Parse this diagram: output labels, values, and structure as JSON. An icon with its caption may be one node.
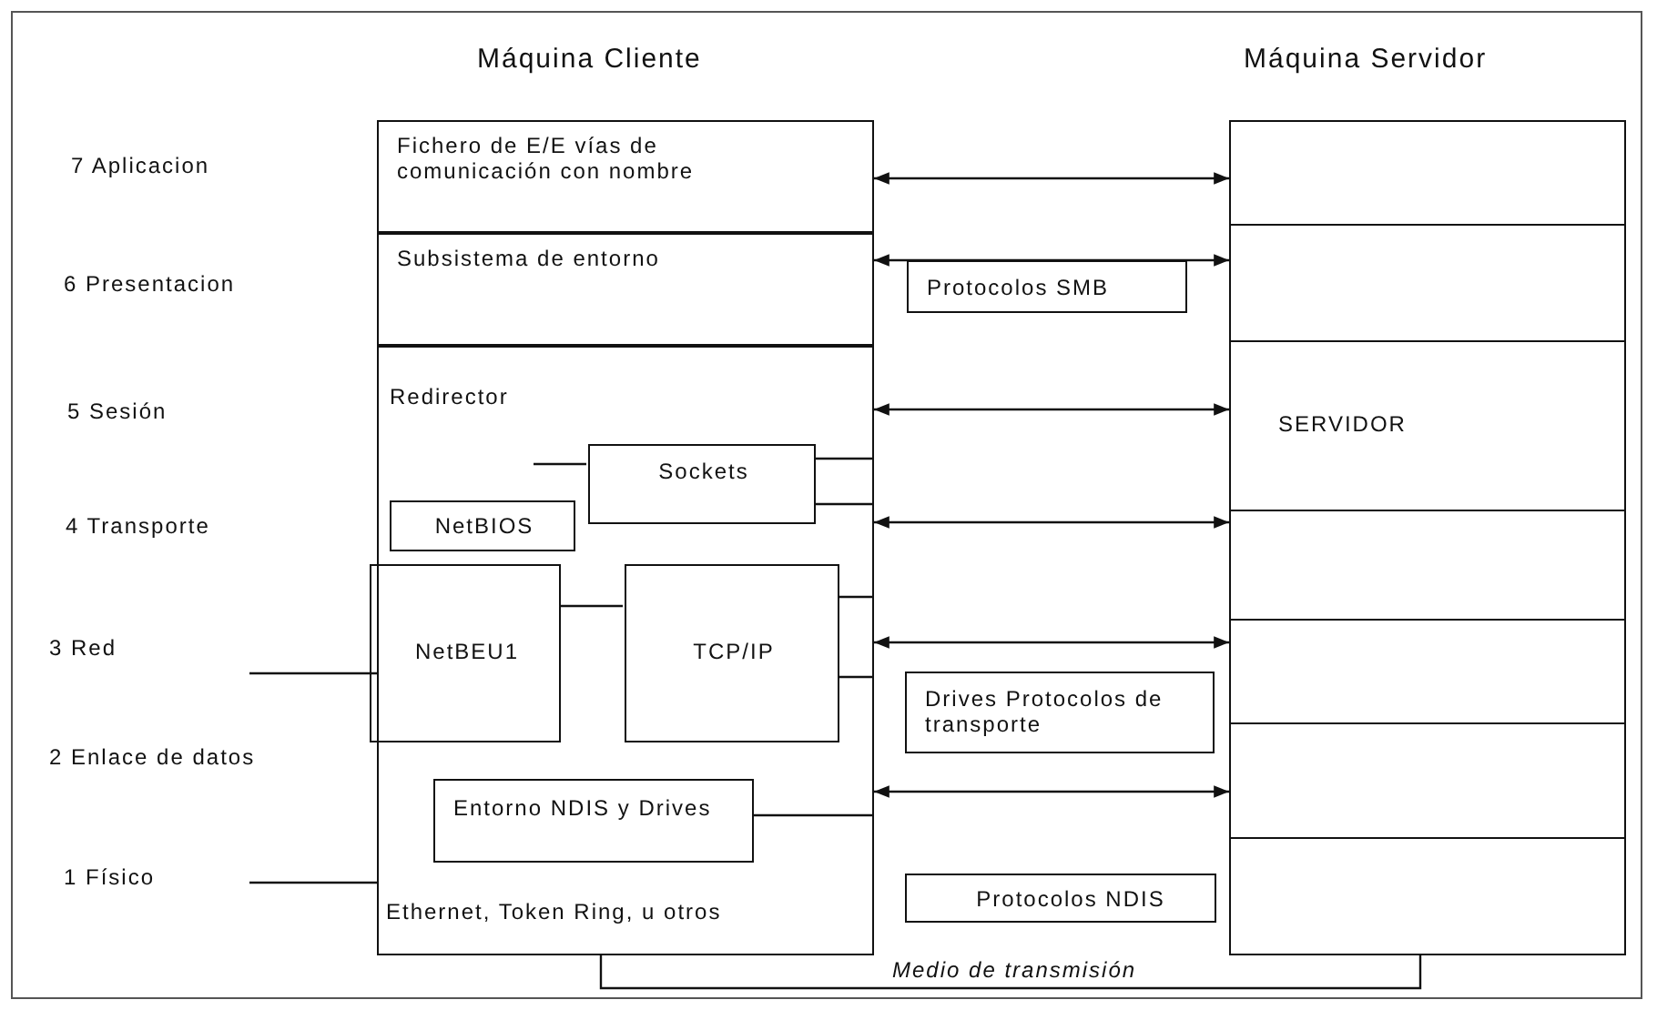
{
  "diagram": {
    "nodes": [
      {
        "text": [
          "Fichero de E/E vías de comunicación con nombre"
        ]
      },
      {
        "text": [
          "Subsistema de entorno"
        ]
      },
      {
        "text": [
          "Redirector",
          "Ethernet, Token Ring, u otros"
        ]
      },
      {
        "text": [
          "Sockets"
        ],
        "in": 2
      },
      {
        "text": [
          "NetBIOS"
        ],
        "in": 2
      },
      {
        "text": [
          "NetBEU1"
        ],
        "in": 2
      },
      {
        "text": [
          "TCP/IP"
        ],
        "in": 2
      },
      {
        "text": [
          "Entorno NDIS y Drives"
        ],
        "in": 2
      },
      {
        "text": [
          "Protocolos SMB"
        ]
      },
      {
        "text": [
          "Drives Protocolos de transporte"
        ]
      },
      {
        "text": [
          "Protocolos NDIS"
        ]
      },
      {
        "text": [],
        "shape": "box"
      },
      {
        "text": [],
        "shape": "box"
      },
      {
        "text": [
          "SERVIDOR"
        ]
      },
      {
        "text": [],
        "shape": "box"
      },
      {
        "text": [],
        "shape": "box"
      },
      {
        "text": [],
        "shape": "box"
      },
      {
        "text": [],
        "shape": "box"
      }
    ],
    "edges": [
      {
        "from": 0,
        "to": 11,
        "arrow": "both"
      },
      {
        "from": 1,
        "to": 12,
        "arrow": "both"
      },
      {
        "from": 2,
        "to": 13,
        "arrow": "both"
      },
      {
        "from": 2,
        "to": 14,
        "arrow": "both"
      },
      {
        "from": 2,
        "to": 15,
        "arrow": "both"
      },
      {
        "from": 2,
        "to": 16,
        "arrow": "both"
      },
      {
        "from": null,
        "to": 3,
        "arrow": "none"
      },
      {
        "from": 5,
        "to": 6,
        "arrow": "none"
      },
      {
        "from": null,
        "to": 2,
        "arrow": "none"
      },
      {
        "from": null,
        "to": 2,
        "arrow": "none"
      },
      {
        "from": 2,
        "to": 17,
        "arrow": "none",
        "label": "Medio de transmisión"
      }
    ],
    "labels": [
      "Máquina Cliente",
      "Máquina Servidor",
      "7 Aplicacion",
      "6 Presentacion",
      "5 Sesión",
      "4 Transporte",
      "3 Red",
      "2 Enlace de datos",
      "1 Físico"
    ]
  }
}
